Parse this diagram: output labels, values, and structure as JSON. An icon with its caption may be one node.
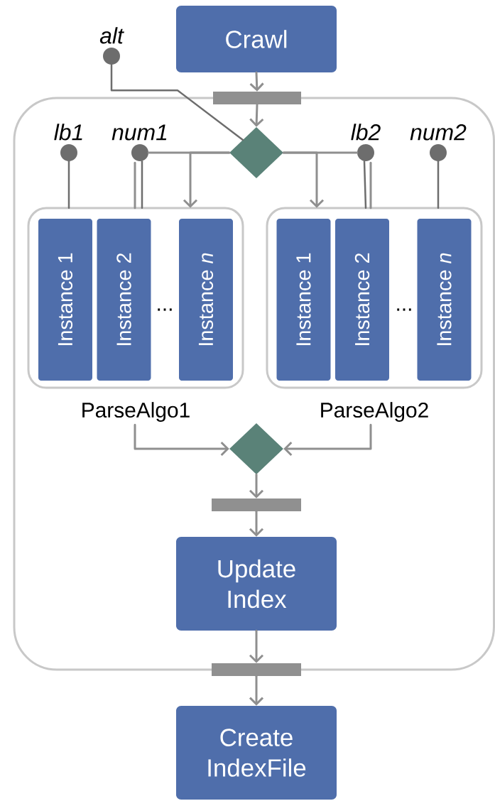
{
  "diagram": {
    "nodes": [
      {
        "text": [
          "Crawl"
        ]
      },
      {
        "text": [],
        "shape": "bar"
      },
      {
        "text": [],
        "shape": "box"
      },
      {
        "text": [],
        "shape": "diamond",
        "in": 2
      },
      {
        "text": [
          "alt"
        ]
      },
      {
        "text": [
          "lb1"
        ],
        "in": 2
      },
      {
        "text": [
          "num1"
        ],
        "in": 2
      },
      {
        "text": [
          "lb2"
        ],
        "in": 2
      },
      {
        "text": [
          "num2"
        ],
        "in": 2
      },
      {
        "text": [
          "ParseAlgo1"
        ],
        "in": 2
      },
      {
        "text": [
          "Instance 1"
        ],
        "in": 9
      },
      {
        "text": [
          "Instance 2"
        ],
        "in": 9
      },
      {
        "text": [
          "Instance *n*"
        ],
        "in": 9
      },
      {
        "text": [
          "ParseAlgo2"
        ],
        "in": 2
      },
      {
        "text": [
          "Instance 1"
        ],
        "in": 13
      },
      {
        "text": [
          "Instance 2"
        ],
        "in": 13
      },
      {
        "text": [
          "Instance *n*"
        ],
        "in": 13
      },
      {
        "text": [],
        "shape": "diamond",
        "in": 2
      },
      {
        "text": [],
        "shape": "bar",
        "in": 2
      },
      {
        "text": [
          "Update Index"
        ],
        "in": 2
      },
      {
        "text": [],
        "shape": "bar"
      },
      {
        "text": [
          "Create IndexFile"
        ]
      }
    ],
    "edges": [
      {
        "from": 0,
        "to": 1,
        "arrow": "to"
      },
      {
        "from": 1,
        "to": 3,
        "arrow": "to"
      },
      {
        "from": 4,
        "to": 3,
        "arrow": "none",
        "color": "#6d6d6d"
      },
      {
        "from": 6,
        "to": 3,
        "arrow": "none"
      },
      {
        "from": 7,
        "to": 3,
        "arrow": "none"
      },
      {
        "from": 3,
        "to": 9,
        "arrow": "to"
      },
      {
        "from": 3,
        "to": 13,
        "arrow": "to"
      },
      {
        "from": 5,
        "to": 9,
        "arrow": "none",
        "color": "#6d6d6d"
      },
      {
        "from": 6,
        "to": 9,
        "arrow": "none",
        "color": "#6d6d6d"
      },
      {
        "from": 6,
        "to": 9,
        "arrow": "none"
      },
      {
        "from": 7,
        "to": 13,
        "arrow": "none",
        "color": "#6d6d6d"
      },
      {
        "from": 7,
        "to": 13,
        "arrow": "none"
      },
      {
        "from": 8,
        "to": 13,
        "arrow": "none",
        "color": "#6d6d6d"
      },
      {
        "from": 9,
        "to": 17,
        "arrow": "to"
      },
      {
        "from": 13,
        "to": 17,
        "arrow": "to"
      },
      {
        "from": 17,
        "to": 18,
        "arrow": "to"
      },
      {
        "from": 18,
        "to": 19,
        "arrow": "to"
      },
      {
        "from": 19,
        "to": 20,
        "arrow": "to"
      },
      {
        "from": 20,
        "to": 21,
        "arrow": "to"
      }
    ],
    "labels": [
      "...",
      "..."
    ]
  }
}
